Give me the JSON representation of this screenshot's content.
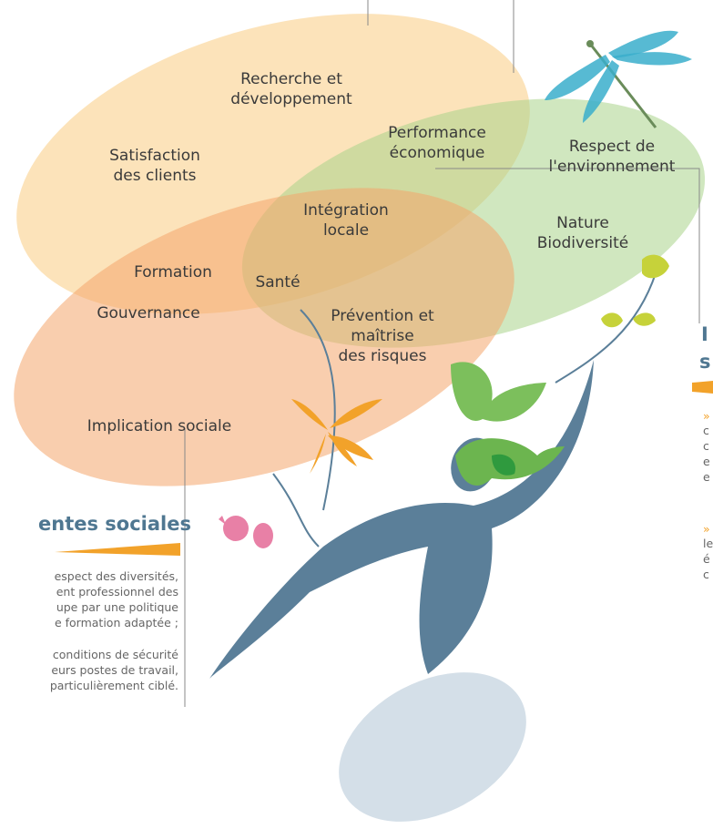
{
  "labels": {
    "recherche": "Recherche et\ndéveloppement",
    "satisfaction": "Satisfaction\ndes clients",
    "performance": "Performance\néconomique",
    "environnement": "Respect de\nl'environnement",
    "integration": "Intégration\nlocale",
    "nature": "Nature\nBiodiversité",
    "formation": "Formation",
    "sante": "Santé",
    "gouvernance": "Gouvernance",
    "prevention": "Prévention et\nmaîtrise\ndes risques",
    "implication": "Implication sociale"
  },
  "left_panel": {
    "heading": "entes sociales",
    "para1": "espect des diversités,\nent professionnel des\nupe par une politique\ne formation adaptée ;",
    "para2": "conditions de sécurité\neurs postes de travail,\nparticulièrement ciblé."
  },
  "right_panel": {
    "heading_line1": "I",
    "heading_line2": "s",
    "bullet": "»",
    "para1": "c\nc\ne\ne",
    "para2": "le\né\nc"
  },
  "colors": {
    "ellipse_economic": "#fbd9a3",
    "ellipse_environment": "#bfe0a0",
    "ellipse_social": "#f6b98a",
    "figure": "#5b7f99",
    "shadow": "#d4dfe8",
    "accent": "#f2a22a",
    "heading": "#4f7791"
  },
  "icons": [
    "dragonfly-icon",
    "flower-icon",
    "leaf-icon",
    "human-figure-icon"
  ]
}
